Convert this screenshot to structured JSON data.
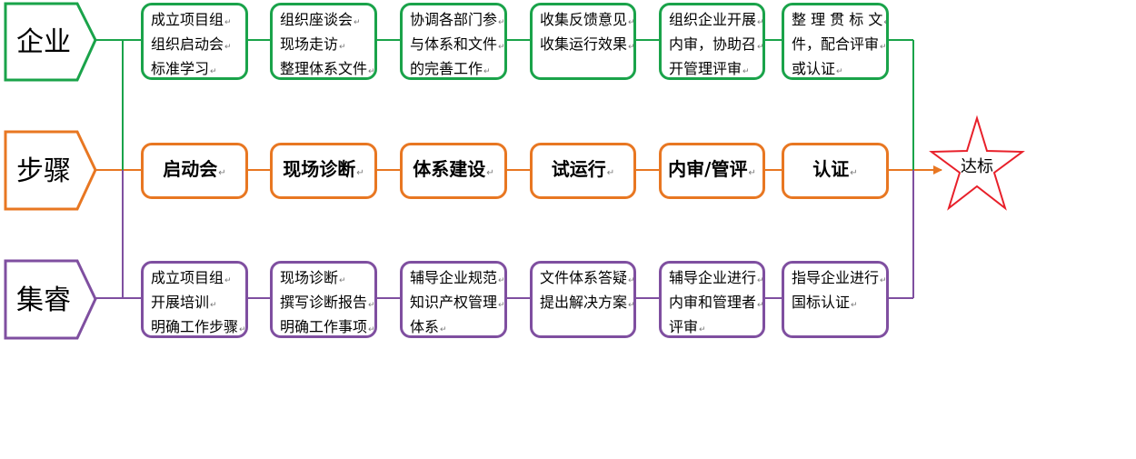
{
  "colors": {
    "green": "#1aa34a",
    "orange": "#e87722",
    "purple": "#7f4fa0",
    "star": "#e8202a"
  },
  "rows": [
    {
      "key": "enterprise",
      "label": "企业",
      "color": "green",
      "items": [
        [
          "成立项目组",
          "组织启动会",
          "标准学习"
        ],
        [
          "组织座谈会",
          "现场走访",
          "整理体系文件"
        ],
        [
          "协调各部门参",
          "与体系和文件",
          "的完善工作"
        ],
        [
          "收集反馈意见",
          "收集运行效果"
        ],
        [
          "组织企业开展",
          "内审，协助召",
          "开管理评审"
        ],
        [
          "整 理 贯 标 文",
          "件，配合评审",
          "或认证"
        ]
      ]
    },
    {
      "key": "steps",
      "label": "步骤",
      "color": "orange",
      "items": [
        [
          "启动会"
        ],
        [
          "现场诊断"
        ],
        [
          "体系建设"
        ],
        [
          "试运行"
        ],
        [
          "内审/管评"
        ],
        [
          "认证"
        ]
      ]
    },
    {
      "key": "jirui",
      "label": "集睿",
      "color": "purple",
      "items": [
        [
          "成立项目组",
          "开展培训",
          "明确工作步骤"
        ],
        [
          "现场诊断",
          "撰写诊断报告",
          "明确工作事项"
        ],
        [
          "辅导企业规范",
          "知识产权管理",
          "体系"
        ],
        [
          "文件体系答疑",
          "提出解决方案"
        ],
        [
          "辅导企业进行",
          "内审和管理者",
          "评审"
        ],
        [
          "指导企业进行",
          "国标认证"
        ]
      ]
    }
  ],
  "goal": {
    "label": "达标",
    "icon": "star-icon"
  }
}
